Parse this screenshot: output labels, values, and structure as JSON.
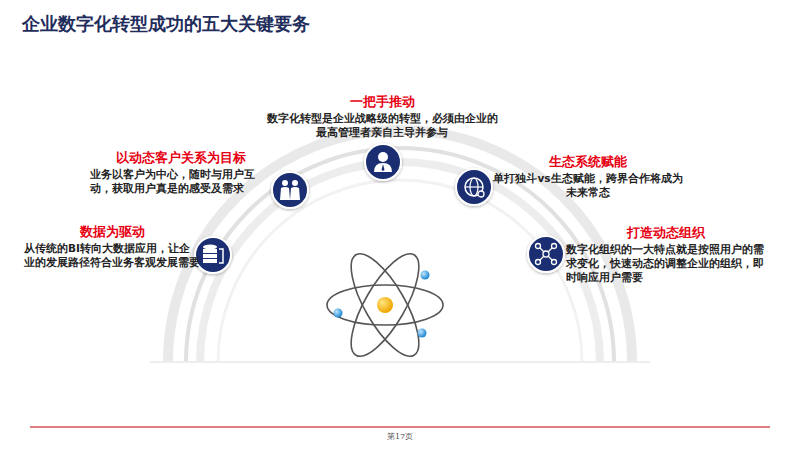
{
  "diagram": {
    "title": "企业数字化转型成功的五大关键要务",
    "nodes": [
      {
        "text": [
          "数据为驱动",
          "从传统的BI转向大数据应用，让企业的发展路径符合业务客观发展需要"
        ]
      },
      {
        "text": [
          "以动态客户关系为目标",
          "业务以客户为中心，随时与用户互动，获取用户真是的感受及需求"
        ]
      },
      {
        "text": [
          "一把手推动",
          "数字化转型是企业战略级的转型，必须由企业的最高管理者亲自主导并参与"
        ]
      },
      {
        "text": [
          "生态系统赋能",
          "单打独斗vs生态赋能，跨界合作将成为未来常态"
        ]
      },
      {
        "text": [
          "打造动态组织",
          "数字化组织的一大特点就是按照用户的需求变化，快速动态的调整企业的组织，即时响应用户需要"
        ]
      }
    ],
    "labels": [
      "第17页"
    ]
  }
}
